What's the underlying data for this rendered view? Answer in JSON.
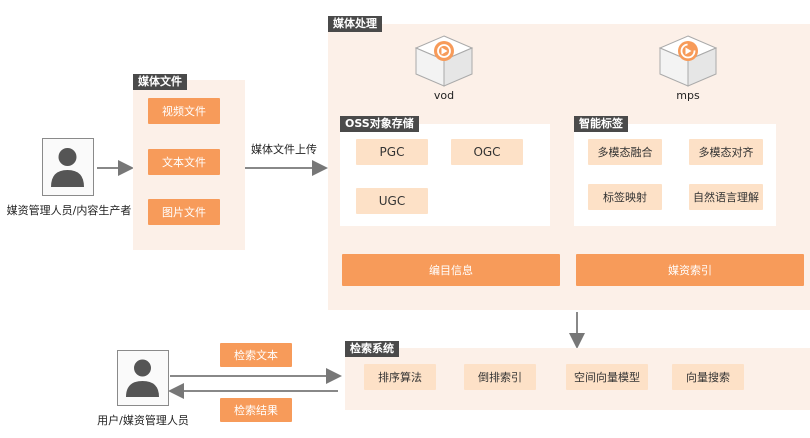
{
  "media_files": {
    "title": "媒体文件",
    "items": [
      "视频文件",
      "文本文件",
      "图片文件"
    ]
  },
  "producer": {
    "label": "媒资管理人员/内容生产者"
  },
  "upload_label": "媒体文件上传",
  "media_processing": {
    "title": "媒体处理",
    "vod_label": "vod",
    "mps_label": "mps",
    "oss": {
      "title": "OSS对象存储",
      "items": [
        "PGC",
        "OGC",
        "UGC"
      ]
    },
    "smart_tags": {
      "title": "智能标签",
      "items": [
        "多模态融合",
        "多模态对齐",
        "标签映射",
        "自然语言理解"
      ]
    },
    "catalog_label": "编目信息",
    "index_label": "媒资索引"
  },
  "search_system": {
    "title": "检索系统",
    "items": [
      "排序算法",
      "倒排索引",
      "空间向量模型",
      "向量搜索"
    ]
  },
  "search_text_label": "检索文本",
  "search_result_label": "检索结果",
  "user": {
    "label": "用户/媒资管理人员"
  },
  "colors": {
    "accent": "#f79b5a",
    "light": "#fde1c7",
    "panel": "#fcf0e8",
    "tag": "#4a4a4a"
  },
  "icons": {
    "person": "person-icon",
    "vod": "vod-cube-icon",
    "mps": "mps-cube-icon"
  }
}
